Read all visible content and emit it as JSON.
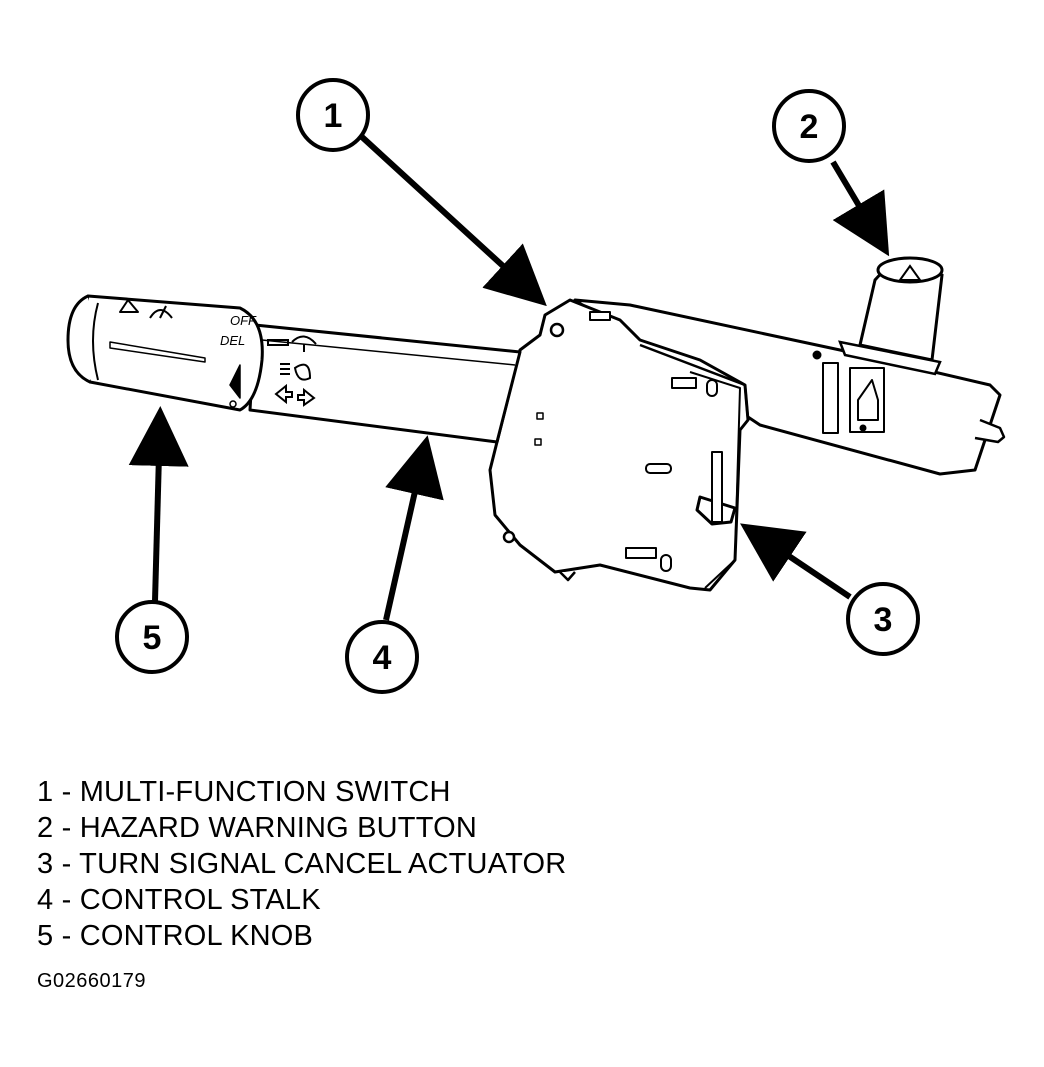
{
  "callouts": [
    {
      "number": "1"
    },
    {
      "number": "2"
    },
    {
      "number": "3"
    },
    {
      "number": "4"
    },
    {
      "number": "5"
    }
  ],
  "knob_markings": {
    "off": "OFF",
    "del": "DEL"
  },
  "legend": [
    "1 - MULTI-FUNCTION SWITCH",
    "2 - HAZARD WARNING BUTTON",
    "3 - TURN SIGNAL CANCEL ACTUATOR",
    "4 - CONTROL STALK",
    "5 - CONTROL KNOB"
  ],
  "figure_id": "G02660179",
  "icons": [
    "wiper-icon",
    "washer-icon",
    "hazard-triangle-icon",
    "headlamp-icon",
    "turn-arrows-icon"
  ]
}
